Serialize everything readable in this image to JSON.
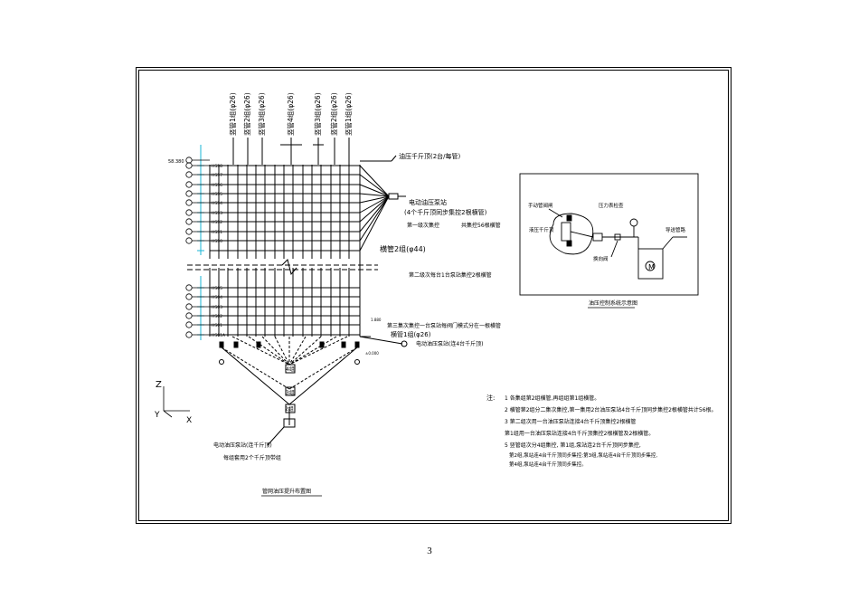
{
  "diagram": {
    "column_labels": [
      "竖管1组(φ26)",
      "竖管2组(φ26)",
      "竖管3组(φ26)",
      "竖管4组(φ26)",
      "竖管3组(φ26)",
      "竖管2组(φ26)",
      "竖管1组(φ26)"
    ],
    "row_marks": [
      "⑲",
      "⑱",
      "⑰",
      "⑯",
      "⑮",
      "⑭",
      "⑬",
      "⑫",
      "⑪",
      "⑩",
      "⑤",
      "④",
      "③",
      "②",
      "①",
      "⑥"
    ],
    "row_labels_top": [
      "HS58",
      "HS57",
      "HS56",
      "HS55",
      "HS54",
      "HS53",
      "HS52",
      "HS51",
      "HS50"
    ],
    "row_labels_bottom": [
      "HS05",
      "HS04",
      "HS03",
      "HS02",
      "HS01",
      "HS01A"
    ],
    "top_left_level": "58.380",
    "jack_note": "油压千斤顶(2台/每管)",
    "pump_station_1": "电动油压泵站",
    "pump_station_1_sub": "(4个千斤顶同步集控2根横管)",
    "control_1": "第一级次集控",
    "control_total": "共集控56根横管",
    "horizontal_pipe": "横管2组(φ44)",
    "control_2": "第二级次每台1台泵站集控2根横管",
    "control_3": "第三集次集控一台泵站每阀门模式分在一根横管",
    "horizontal_pipe_2": "横管1组(φ26)",
    "pump_station_2": "电动油压泵站(连4台千斤顶)",
    "level_right": "1.880",
    "level_bottom": "±0.000",
    "groups": [
      "4组",
      "3组",
      "2组"
    ],
    "bottom_pump": "电动油压泵站(连千斤顶)",
    "bottom_pump_sub": "每组套用2个千斤顶带组",
    "plan_title": "管网油压提升布置图",
    "axis_z": "Z",
    "axis_y": "Y",
    "axis_x": "X"
  },
  "detail": {
    "manual_valve": "手动管阀闸",
    "pressure_gauge": "压力表检查",
    "jack": "液压千斤顶",
    "pipe": "导送管路",
    "check_valve": "换向阀",
    "motor_symbol": "M",
    "title": "油压控制系统示意图"
  },
  "notes": {
    "header": "注:",
    "items": [
      "1 各集组第2组横管,再组组第1组横管。",
      "2 横管第2组分二集次集控,第一集用2台油压泵站4台千斤顶同步集控2根横管共计56根。",
      "3 第二组次用一台油压泵站连接4台千斤顶集控2根横管",
      "第1组用一台油压泵站连接4台千斤顶集控2根横管及2根横管。",
      "5 竖管组次分4组集控, 第1组,泵站连2台千斤顶同步集控,",
      "第2组,泵站连4台千斤顶同步集控;第3组,泵站连4台千斤顶同步集控,",
      "第4组,泵站连4台千斤顶同步集控。"
    ]
  },
  "page_number": "3"
}
